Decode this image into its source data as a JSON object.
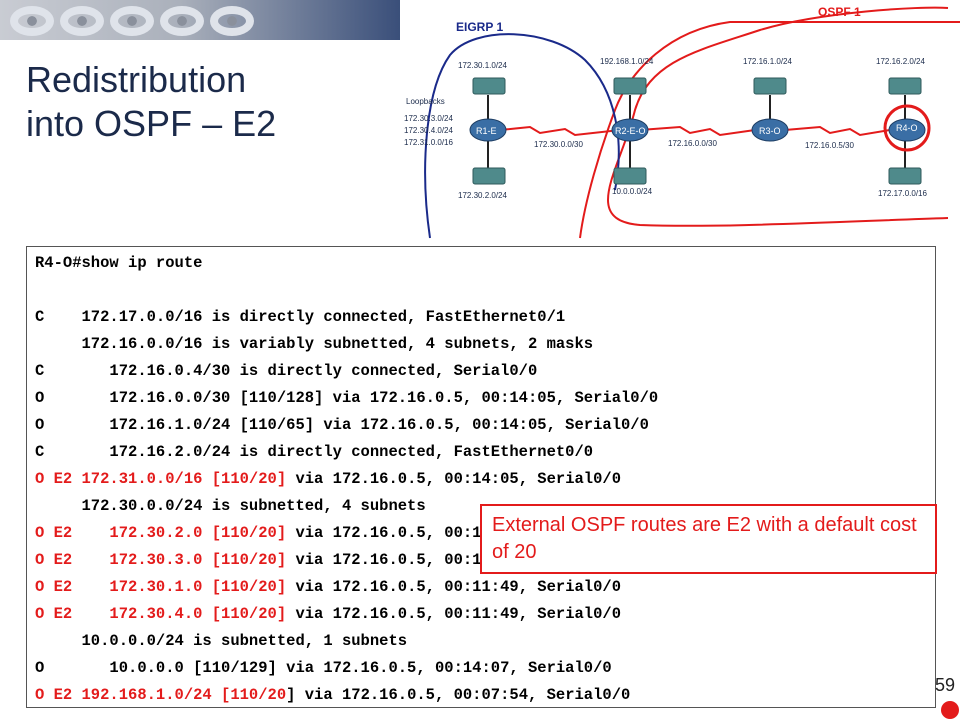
{
  "slide": {
    "title_line1": "Redistribution",
    "title_line2": "into OSPF – E2",
    "page_number": "59"
  },
  "diagram": {
    "eigrp_label": "EIGRP 1",
    "ospf_label": "OSPF 1",
    "loopbacks_label": "Loopbacks",
    "r1_loopbacks": [
      "172.30.3.0/24",
      "172.30.4.0/24",
      "172.31.0.0/16"
    ],
    "routers": {
      "r1": "R1-E",
      "r2": "R2-E-O",
      "r3": "R3-O",
      "r4": "R4-O"
    },
    "lans": {
      "r1_top": "172.30.1.0/24",
      "r1_bottom": "172.30.2.0/24",
      "r2_top": "192.168.1.0/24",
      "r2_bottom": "10.0.0.0/24",
      "r3_top": "172.16.1.0/24",
      "r4_top": "172.16.2.0/24",
      "r4_bottom": "172.17.0.0/16"
    },
    "links": {
      "r1_r2": "172.30.0.0/30",
      "r2_r3": "172.16.0.0/30",
      "r3_r4": "172.16.0.5/30"
    },
    "colors": {
      "eigrp": "#1a2a8a",
      "ospf": "#e31b1b",
      "router": "#3a6ea5",
      "switch": "#4f8a8b"
    }
  },
  "terminal": {
    "lines": [
      {
        "plain": "R4-O#show ip route"
      },
      {
        "plain": ""
      },
      {
        "plain": "C    172.17.0.0/16 is directly connected, FastEthernet0/1"
      },
      {
        "plain": "     172.16.0.0/16 is variably subnetted, 4 subnets, 2 masks"
      },
      {
        "plain": "C       172.16.0.4/30 is directly connected, Serial0/0"
      },
      {
        "plain": "O       172.16.0.0/30 [110/128] via 172.16.0.5, 00:14:05, Serial0/0"
      },
      {
        "plain": "O       172.16.1.0/24 [110/65] via 172.16.0.5, 00:14:05, Serial0/0"
      },
      {
        "plain": "C       172.16.2.0/24 is directly connected, FastEthernet0/0"
      },
      {
        "hl": "O E2 172.31.0.0/16 [110/20]",
        "plain": " via 172.16.0.5, 00:14:05, Serial0/0"
      },
      {
        "plain": "     172.30.0.0/24 is subnetted, 4 subnets"
      },
      {
        "hl": "O E2    172.30.2.0 [110/20]",
        "plain": " via 172.16.0.5, 00:11:49, Serial0/0"
      },
      {
        "hl": "O E2    172.30.3.0 [110/20]",
        "plain": " via 172.16.0.5, 00:11:49, Serial0/0"
      },
      {
        "hl": "O E2    172.30.1.0 [110/20]",
        "plain": " via 172.16.0.5, 00:11:49, Serial0/0"
      },
      {
        "hl": "O E2    172.30.4.0 [110/20]",
        "plain": " via 172.16.0.5, 00:11:49, Serial0/0"
      },
      {
        "plain": "     10.0.0.0/24 is subnetted, 1 subnets"
      },
      {
        "plain": "O       10.0.0.0 [110/129] via 172.16.0.5, 00:14:07, Serial0/0"
      },
      {
        "hl": "O E2 192.168.1.0/24 [110/20",
        "plain": "] via 172.16.0.5, 00:07:54, Serial0/0"
      }
    ]
  },
  "callout": {
    "text": "External OSPF routes are E2 with a default cost of 20"
  }
}
